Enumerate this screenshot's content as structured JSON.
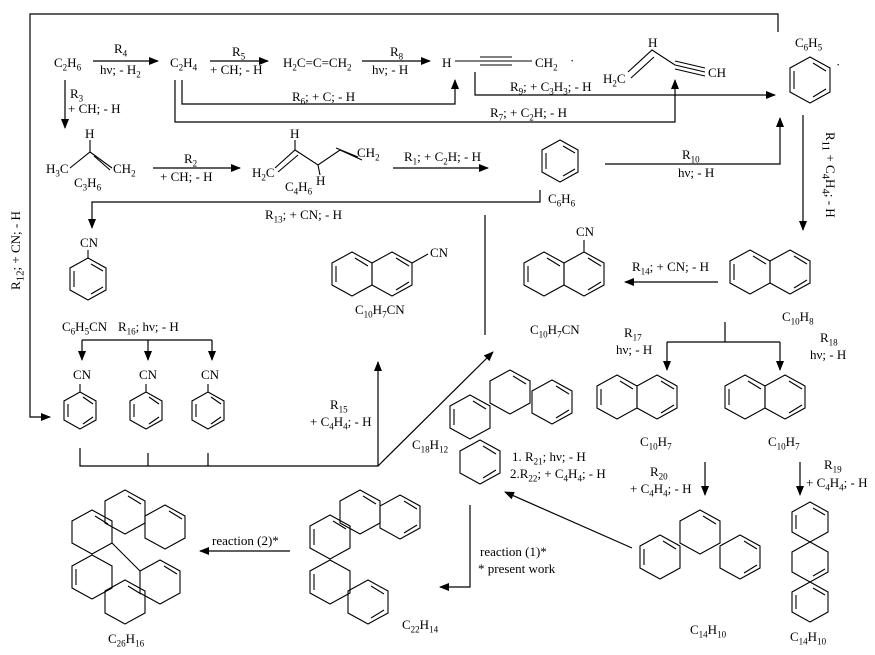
{
  "species": {
    "ethane": "C2H6",
    "ethylene": "C2H4",
    "allene": "H2C=C=CH2",
    "propargyl_h": "H",
    "propargyl_ch2": "CH2",
    "propargyl_dot": "·",
    "vinylacetylene_h": "H",
    "vinylacetylene_h2c": "H2C",
    "vinylacetylene_ch": "CH",
    "phenyl": "C6H5",
    "phenyl_dot": "·",
    "propene": "C3H6",
    "propene_h3c": "H3C",
    "propene_ch2": "CH2",
    "propene_h": "H",
    "butadiene": "C4H6",
    "butadiene_h2c": "H2C",
    "butadiene_ch2": "CH2",
    "butadiene_h1": "H",
    "butadiene_h2": "H",
    "benzene": "C6H6",
    "benzonitrile": "C6H5CN",
    "cn_label": "CN",
    "naphthonitrile_2": "C10H7CN",
    "naphthonitrile_1": "C10H7CN",
    "naphthalene": "C10H8",
    "naphthyl_a": "C10H7",
    "naphthyl_b": "C10H7",
    "benzo_c_phenanthrene": "C18H12",
    "phenanthrene": "C14H10",
    "anthracene": "C14H10",
    "pentahelicene": "C22H14",
    "product_final": "C26H16"
  },
  "reactions": {
    "R4": "R4",
    "R4_cond": "hν; - H2",
    "R3": "R3",
    "R3_cond": "+ CH; - H",
    "R5": "R5",
    "R5_cond": "+ CH; - H",
    "R8": "R8",
    "R8_cond": "hν; - H",
    "R9": "R9; + C3H3; - H",
    "R6": "R6; + C; - H",
    "R7": "R7; + C2H; - H",
    "R2": "R2",
    "R2_cond": "+ CH; - H",
    "R1": "R1; + C2H; - H",
    "R10": "R10",
    "R10_cond": "hν; - H",
    "R11": "R11 + C4H4; - H",
    "R13": "R13; + CN; - H",
    "R12": "R12; + CN; - H",
    "R14": "R14; + CN; - H",
    "R16": "R16; hν; - H",
    "R17": "R17",
    "R17_cond": "hν; - H",
    "R18": "R18",
    "R18_cond": "hν; - H",
    "R15": "R15",
    "R15_cond": "+ C4H4; - H",
    "R21": "1. R21; hν; - H",
    "R22": "2.R22; + C4H4; - H",
    "R20": "R20",
    "R20_cond": "+ C4H4; - H",
    "R19": "R19",
    "R19_cond": "+ C4H4; - H",
    "reaction1": "reaction (1)*",
    "present_work": "* present work",
    "reaction2": "reaction (2)*"
  }
}
